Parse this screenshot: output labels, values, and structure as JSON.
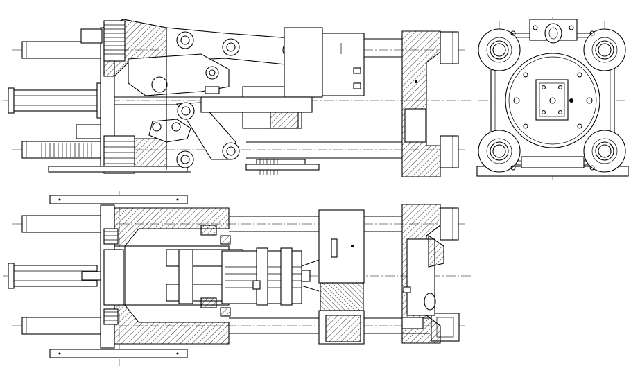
{
  "drawing": {
    "views": [
      {
        "id": "side-view",
        "description_visible": false
      },
      {
        "id": "end-view",
        "description_visible": false
      },
      {
        "id": "top-view",
        "description_visible": false
      }
    ],
    "colors": {
      "line": "#000000",
      "background": "#ffffff"
    }
  }
}
